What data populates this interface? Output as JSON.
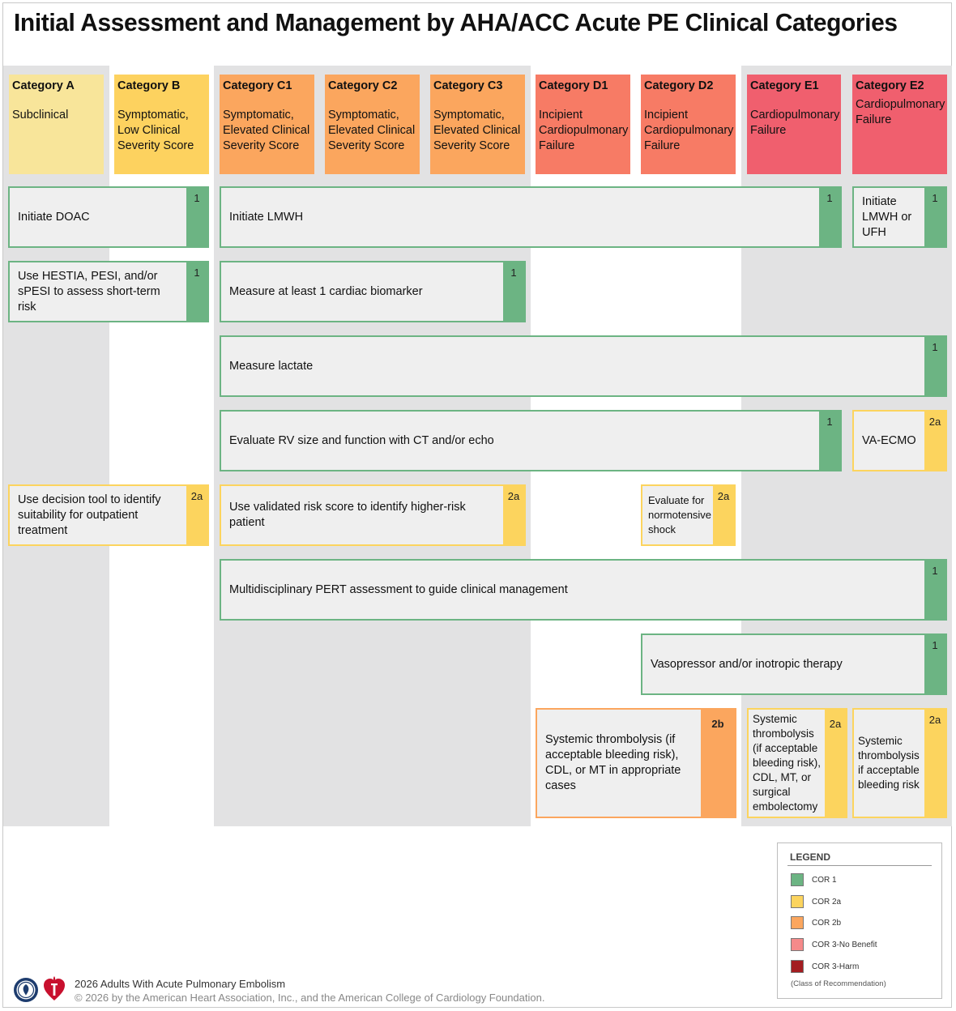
{
  "title": "Initial Assessment and Management by AHA/ACC Acute PE Clinical Categories",
  "categories": [
    {
      "label": "Category A",
      "desc": "Subclinical",
      "color": "#f8e59a"
    },
    {
      "label": "Category B",
      "desc": "Symptomatic, Low Clinical Severity Score",
      "color": "#fdd25f"
    },
    {
      "label": "Category C1",
      "desc": "Symptomatic, Elevated Clinical Severity Score",
      "color": "#fba65e"
    },
    {
      "label": "Category C2",
      "desc": "Symptomatic, Elevated Clinical Severity Score",
      "color": "#fba65e"
    },
    {
      "label": "Category C3",
      "desc": "Symptomatic, Elevated Clinical Severity Score",
      "color": "#fba65e"
    },
    {
      "label": "Category D1",
      "desc": "Incipient Cardiopulmonary Failure",
      "color": "#f77b65"
    },
    {
      "label": "Category D2",
      "desc": "Incipient Cardiopulmonary Failure",
      "color": "#f77b65"
    },
    {
      "label": "Category E1",
      "desc": "Cardiopulmonary Failure",
      "color": "#f05f6e"
    },
    {
      "label": "Category E2",
      "desc": "Cardiopulmonary Failure",
      "color": "#f05f6e"
    }
  ],
  "boxes": {
    "doac": {
      "text": "Initiate DOAC",
      "cor": "1"
    },
    "lmwh": {
      "text": "Initiate LMWH",
      "cor": "1"
    },
    "lmwh_ufh": {
      "text": "Initiate LMWH or UFH",
      "cor": "1"
    },
    "hestia": {
      "text": "Use HESTIA, PESI, and/or sPESI to assess short-term risk",
      "cor": "1"
    },
    "biomarker": {
      "text": "Measure at least 1 cardiac biomarker",
      "cor": "1"
    },
    "lactate": {
      "text": "Measure lactate",
      "cor": "1"
    },
    "rv": {
      "text": "Evaluate RV size and function with CT and/or echo",
      "cor": "1"
    },
    "ecmo": {
      "text": "VA-ECMO",
      "cor": "2a"
    },
    "decision_tool": {
      "text": "Use decision tool to identify suitability for outpatient treatment",
      "cor": "2a"
    },
    "risk_score": {
      "text": "Use validated risk score to identify higher-risk patient",
      "cor": "2a"
    },
    "normotensive": {
      "text": "Evaluate for normotensive shock",
      "cor": "2a"
    },
    "pert": {
      "text": "Multidisciplinary PERT assessment to guide clinical management",
      "cor": "1"
    },
    "vasopressor": {
      "text": "Vasopressor and/or inotropic therapy",
      "cor": "1"
    },
    "thromb_2b": {
      "text": "Systemic thrombolysis (if acceptable bleeding risk), CDL, or MT in appropriate cases",
      "cor": "2b"
    },
    "thromb_e1": {
      "text": "Systemic thrombolysis (if acceptable bleeding risk), CDL, MT, or surgical embolectomy",
      "cor": "2a"
    },
    "thromb_e2": {
      "text": "Systemic thrombolysis if acceptable bleeding risk",
      "cor": "2a"
    }
  },
  "legend": {
    "title": "LEGEND",
    "items": [
      {
        "label": "COR 1",
        "color": "#6cb483"
      },
      {
        "label": "COR 2a",
        "color": "#fcd45e"
      },
      {
        "label": "COR 2b",
        "color": "#fba65e"
      },
      {
        "label": "COR 3-No Benefit",
        "color": "#f58a8a"
      },
      {
        "label": "COR 3-Harm",
        "color": "#a31d21"
      }
    ],
    "note": "(Class of Recommendation)"
  },
  "footer": {
    "line1": "2026 Adults With Acute Pulmonary Embolism",
    "line2": "© 2026 by the American Heart Association, Inc., and the American College of Cardiology Foundation."
  },
  "icons": [
    "acc-seal-icon",
    "aha-heart-torch-icon"
  ]
}
